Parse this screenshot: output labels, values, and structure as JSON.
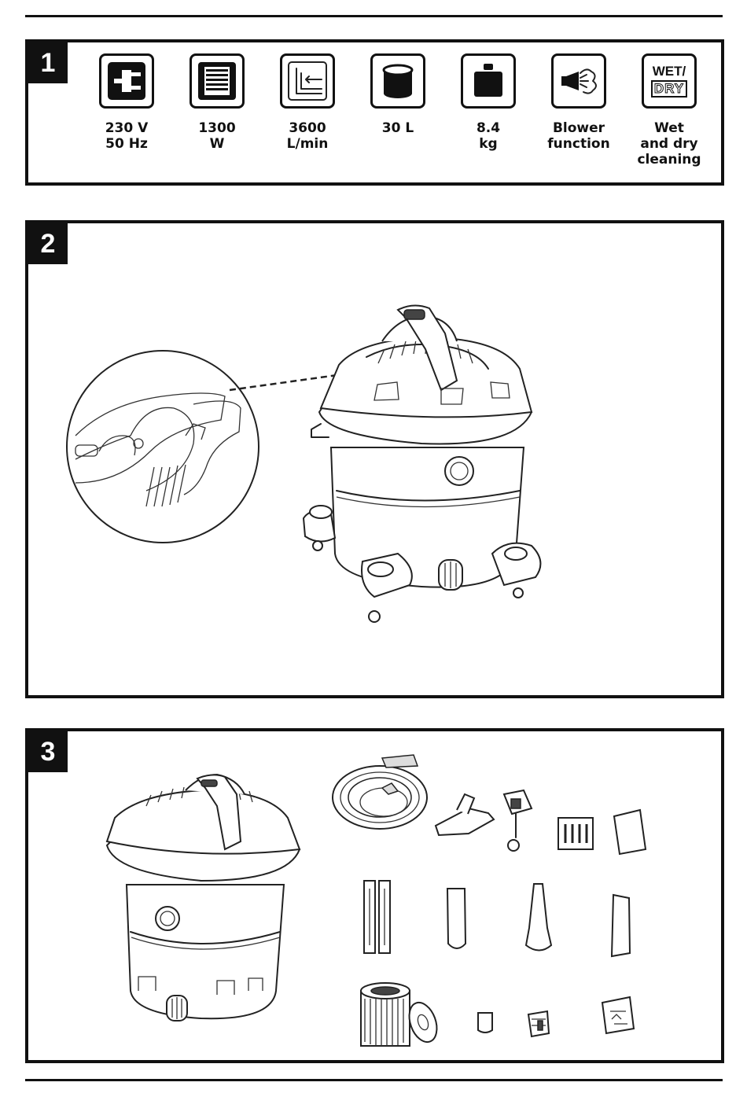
{
  "panels": {
    "p1": {
      "number": "1"
    },
    "p2": {
      "number": "2"
    },
    "p3": {
      "number": "3"
    }
  },
  "specs": [
    {
      "icon": "plug-icon",
      "label": "230 V\n50 Hz"
    },
    {
      "icon": "motor-icon",
      "label": "1300\nW"
    },
    {
      "icon": "airflow-icon",
      "label": "3600\nL/min"
    },
    {
      "icon": "tank-icon",
      "label": "30 L"
    },
    {
      "icon": "weight-icon",
      "label": "8.4\nkg"
    },
    {
      "icon": "blower-icon",
      "label": "Blower\nfunction"
    },
    {
      "icon": "wet-dry-icon",
      "label": "Wet\nand dry\ncleaning"
    }
  ],
  "badge": {
    "wet": "WET/",
    "dry": "DRY"
  }
}
